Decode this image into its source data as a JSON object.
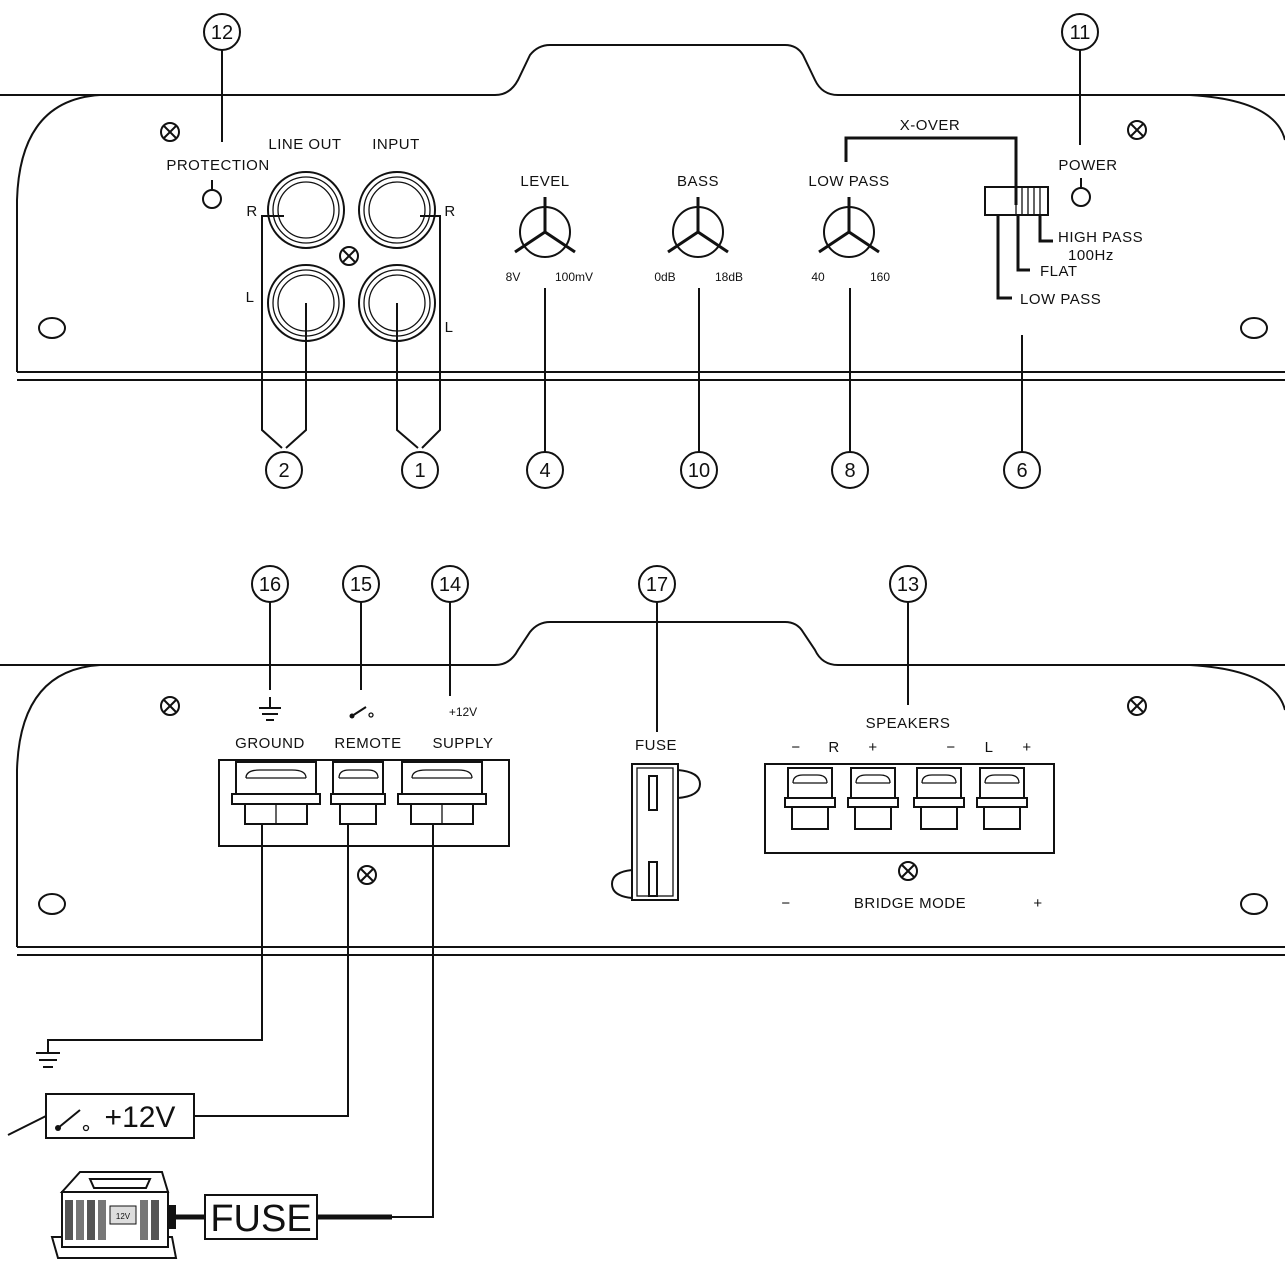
{
  "top_panel": {
    "labels": {
      "protection": "PROTECTION",
      "line_out": "LINE OUT",
      "input": "INPUT",
      "r_left": "R",
      "r_right": "R",
      "l_left": "L",
      "l_right": "L",
      "level": "LEVEL",
      "level_min": "8V",
      "level_max": "100mV",
      "bass": "BASS",
      "bass_min": "0dB",
      "bass_max": "18dB",
      "x_over": "X-OVER",
      "low_pass": "LOW PASS",
      "low_pass_min": "40",
      "low_pass_max": "160",
      "power": "POWER",
      "high_pass": "HIGH PASS",
      "high_pass_freq": "100Hz",
      "flat": "FLAT",
      "low_pass_switch": "LOW PASS"
    },
    "callouts": {
      "c12": "12",
      "c11": "11",
      "c2": "2",
      "c1": "1",
      "c4": "4",
      "c10": "10",
      "c8": "8",
      "c6": "6"
    }
  },
  "bottom_panel": {
    "labels": {
      "plus12v": "+12V",
      "ground": "GROUND",
      "remote": "REMOTE",
      "supply": "SUPPLY",
      "fuse": "FUSE",
      "speakers": "SPEAKERS",
      "minus1": "−",
      "r": "R",
      "plus1": "+",
      "minus2": "−",
      "l": "L",
      "plus2": "+",
      "bridge_mode": "BRIDGE MODE",
      "bridge_minus": "−",
      "bridge_plus": "+"
    },
    "callouts": {
      "c16": "16",
      "c15": "15",
      "c14": "14",
      "c17": "17",
      "c13": "13"
    }
  },
  "wiring": {
    "remote_box": "+12V",
    "fuse_box": "FUSE",
    "battery_label": "12V"
  },
  "colors": {
    "ink": "#111111",
    "background": "#ffffff"
  }
}
